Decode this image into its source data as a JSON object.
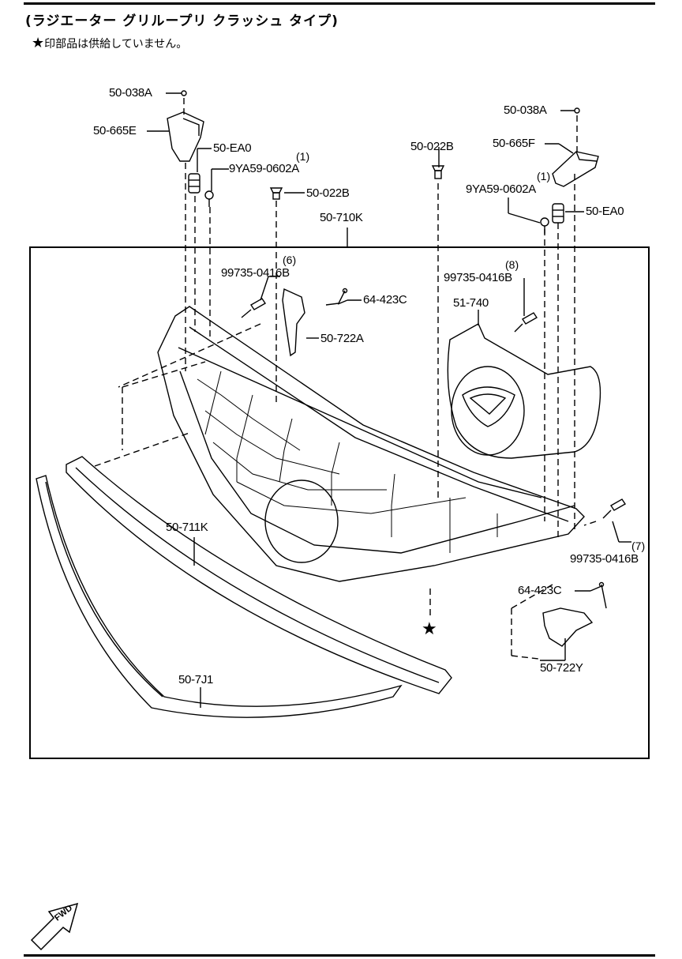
{
  "header": {
    "title": "(ラジエーター グリループリ クラッシュ タイプ)",
    "note_star": "★",
    "note_text": "印部品は供給していません。"
  },
  "parts": {
    "p50_038A_left": "50-038A",
    "p50_665E": "50-665E",
    "p50_EA0_left": "50-EA0",
    "qty_9YA59_left": "(1)",
    "p9YA59_left": "9YA59-0602A",
    "p50_022B_left": "50-022B",
    "p50_022B_center": "50-022B",
    "p50_710K": "50-710K",
    "qty_99735_a": "(6)",
    "p99735_a": "99735-0416B",
    "p64_423C_top": "64-423C",
    "p50_722A": "50-722A",
    "p50_038A_right": "50-038A",
    "p50_665F": "50-665F",
    "qty_9YA59_right": "(1)",
    "p9YA59_right": "9YA59-0602A",
    "p50_EA0_right": "50-EA0",
    "qty_99735_b": "(8)",
    "p99735_b": "99735-0416B",
    "p51_740": "51-740",
    "p50_711K": "50-711K",
    "qty_99735_c": "(7)",
    "p99735_c": "99735-0416B",
    "p64_423C_bottom": "64-423C",
    "p50_722Y": "50-722Y",
    "p50_7J1": "50-7J1"
  },
  "markers": {
    "not_supplied_star": "★"
  },
  "orientation": {
    "fwd_label": "FWD"
  }
}
